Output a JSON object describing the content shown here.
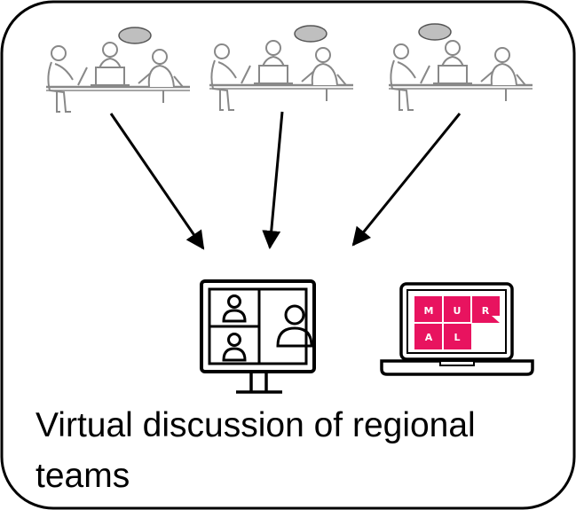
{
  "diagram": {
    "caption_line_1": "Virtual discussion of regional",
    "caption_line_2": "teams",
    "mural_letters": [
      "M",
      "U",
      "R",
      "A",
      "L"
    ],
    "colors": {
      "mural_pink": "#e8135f",
      "speech_bubble": "#bfbfbf",
      "line": "#000000",
      "people_outline": "#888888"
    },
    "icons": [
      "team-meeting-icon",
      "video-conference-monitor-icon",
      "laptop-icon",
      "mural-logo-icon",
      "arrow-icon"
    ]
  }
}
